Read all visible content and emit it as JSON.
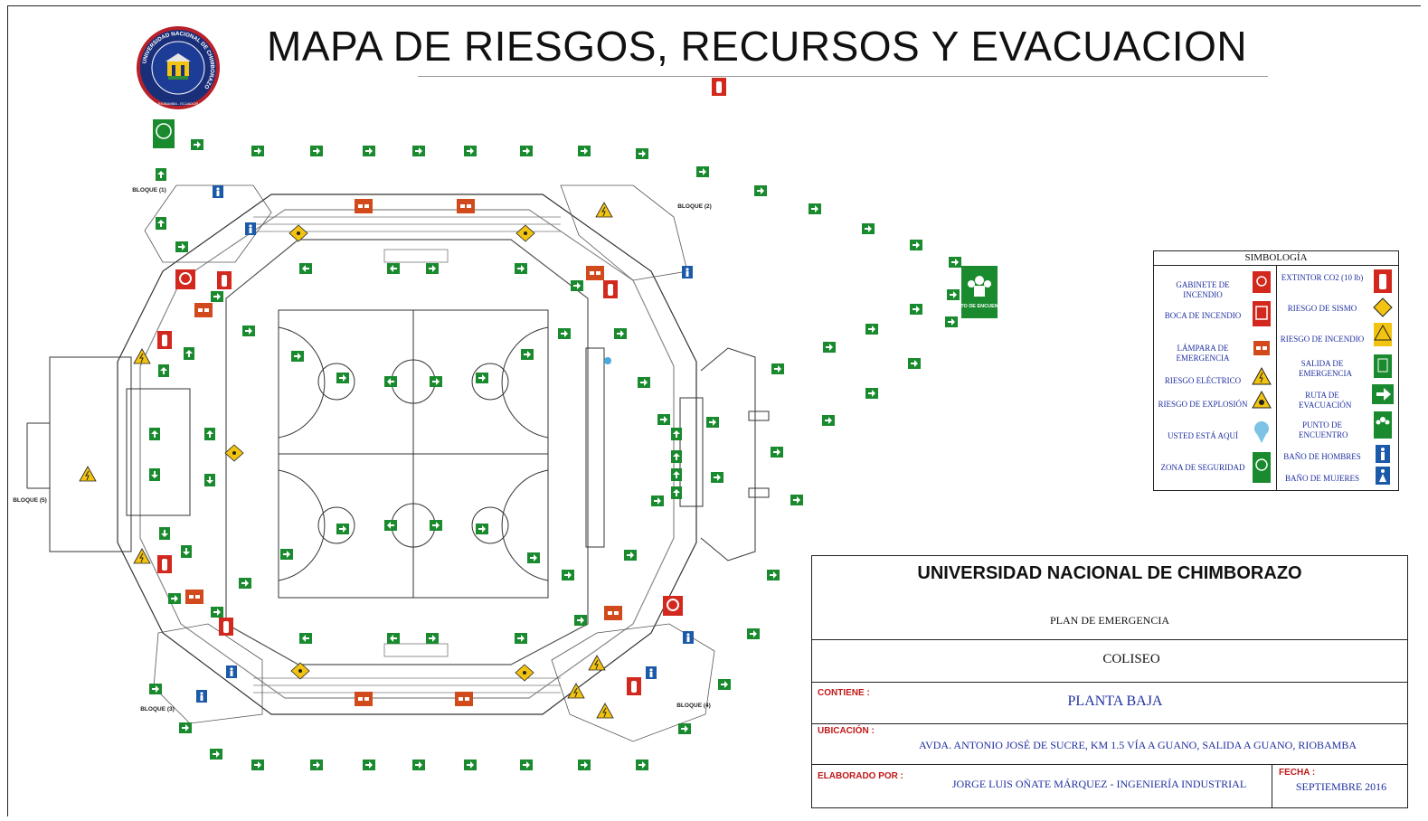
{
  "title": "MAPA DE RIESGOS, RECURSOS Y EVACUACION",
  "logo": {
    "ring_text": "UNIVERSIDAD NACIONAL DE CHIMBORAZO",
    "bottom_text": "RIOBAMBA - ECUADOR"
  },
  "colors": {
    "exit_green": "#1a8a2e",
    "fire_red": "#d2281e",
    "lamp_orange": "#d04a1c",
    "warning_yellow": "#f2c311",
    "restroom_blue": "#1b5aa8",
    "legend_text": "#1f2fa0",
    "label_red": "#c01818"
  },
  "map": {
    "blocks": [
      "BLOQUE (1)",
      "BLOQUE (2)",
      "BLOQUE (3)",
      "BLOQUE (4)",
      "BLOQUE (5)"
    ],
    "meeting_point": "PUNTO DE ENCUENTRO",
    "icons": [
      "exit-route-arrow-icon",
      "fire-cabinet-icon",
      "extinguisher-icon",
      "emergency-lamp-icon",
      "electric-risk-icon",
      "explosion-risk-icon",
      "seismic-risk-icon",
      "fire-risk-icon",
      "safe-zone-icon",
      "meeting-point-icon",
      "restroom-men-icon",
      "restroom-women-icon"
    ]
  },
  "legend": {
    "title": "SIMBOLOGÍA",
    "left": [
      {
        "label": "GABINETE DE INCENDIO",
        "icon": "fire-cabinet-icon"
      },
      {
        "label": "BOCA DE INCENDIO",
        "icon": "fire-hydrant-icon"
      },
      {
        "label": "LÁMPARA DE EMERGENCIA",
        "icon": "emergency-lamp-icon"
      },
      {
        "label": "RIESGO ELÉCTRICO",
        "icon": "electric-risk-icon"
      },
      {
        "label": "RIESGO DE EXPLOSIÓN",
        "icon": "explosion-risk-icon"
      },
      {
        "label": "USTED ESTÁ AQUÍ",
        "icon": "you-are-here-icon"
      },
      {
        "label": "ZONA DE SEGURIDAD",
        "icon": "safe-zone-icon"
      }
    ],
    "right": [
      {
        "label": "EXTINTOR CO2 (10 lb)",
        "icon": "extinguisher-icon"
      },
      {
        "label": "RIESGO DE SISMO",
        "icon": "seismic-risk-icon"
      },
      {
        "label": "RIESGO DE INCENDIO",
        "icon": "fire-risk-icon"
      },
      {
        "label": "SALIDA DE EMERGENCIA",
        "icon": "emergency-exit-icon"
      },
      {
        "label": "RUTA DE EVACUACIÓN",
        "icon": "evacuation-route-icon"
      },
      {
        "label": "PUNTO DE ENCUENTRO",
        "icon": "meeting-point-icon"
      },
      {
        "label": "BAÑO DE HOMBRES",
        "icon": "restroom-men-icon"
      },
      {
        "label": "BAÑO DE MUJERES",
        "icon": "restroom-women-icon"
      }
    ]
  },
  "title_block": {
    "university": "UNIVERSIDAD NACIONAL DE CHIMBORAZO",
    "plan": "PLAN DE EMERGENCIA",
    "building": "COLISEO",
    "contiene_label": "CONTIENE :",
    "contiene_value": "PLANTA BAJA",
    "ubicacion_label": "UBICACIÓN :",
    "ubicacion_value": "AVDA. ANTONIO JOSÉ DE SUCRE, KM 1.5 VÍA A GUANO, SALIDA A GUANO, RIOBAMBA",
    "elaborado_label": "ELABORADO POR :",
    "elaborado_value": "JORGE LUIS OÑATE MÁRQUEZ - INGENIERÍA INDUSTRIAL",
    "fecha_label": "FECHA :",
    "fecha_value": "SEPTIEMBRE 2016"
  }
}
